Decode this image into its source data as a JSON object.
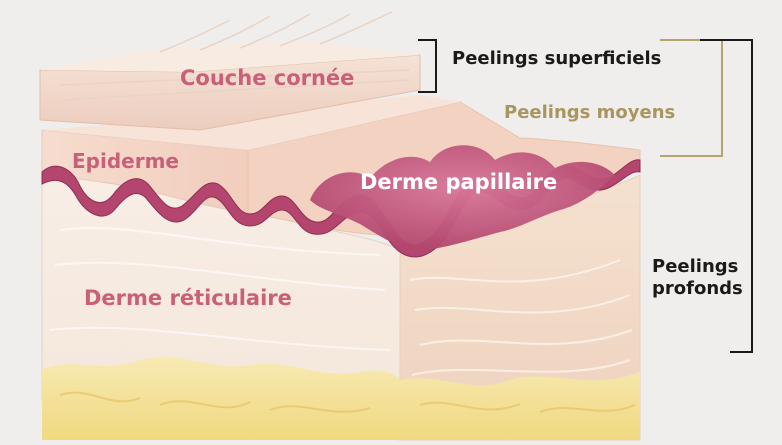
{
  "diagram": {
    "layers": {
      "couche_cornee": "Couche cornée",
      "epiderme": "Epiderme",
      "derme_papillaire": "Derme papillaire",
      "derme_reticulaire": "Derme réticulaire"
    },
    "peelings": {
      "superficiels": "Peelings superficiels",
      "moyens": "Peelings moyens",
      "profonds_line1": "Peelings",
      "profonds_line2": "profonds"
    },
    "colors": {
      "background": "#efeeec",
      "layer_label": "#c9607a",
      "papillary_wave": "#b4456e",
      "peelings_moyens": "#a99560",
      "bracket_dark": "#1a1a1a",
      "bracket_gold": "#b8a36a",
      "fat_layer": "#f3e3a0"
    }
  }
}
